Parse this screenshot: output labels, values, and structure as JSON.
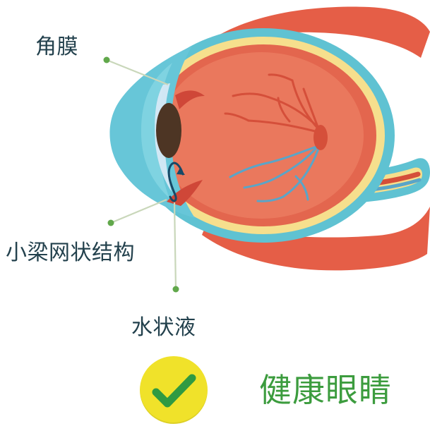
{
  "labels": {
    "cornea": "角膜",
    "trabecular_meshwork": "小梁网状结构",
    "aqueous_humor": "水状液"
  },
  "status": {
    "text": "健康眼睛",
    "icon": "check-icon",
    "badge_color": "#f0e22a",
    "check_color": "#2f9a42",
    "text_color": "#3c9c3e"
  },
  "colors": {
    "muscle": "#e4573f",
    "eye_outer": "#5fc2d2",
    "retina": "#f6df8d",
    "vitreous": "#ea785d",
    "blood_vessel": "#d54f3a",
    "vein": "#5aa5c8",
    "label": "#23414d",
    "pointer": "#61a84b"
  }
}
